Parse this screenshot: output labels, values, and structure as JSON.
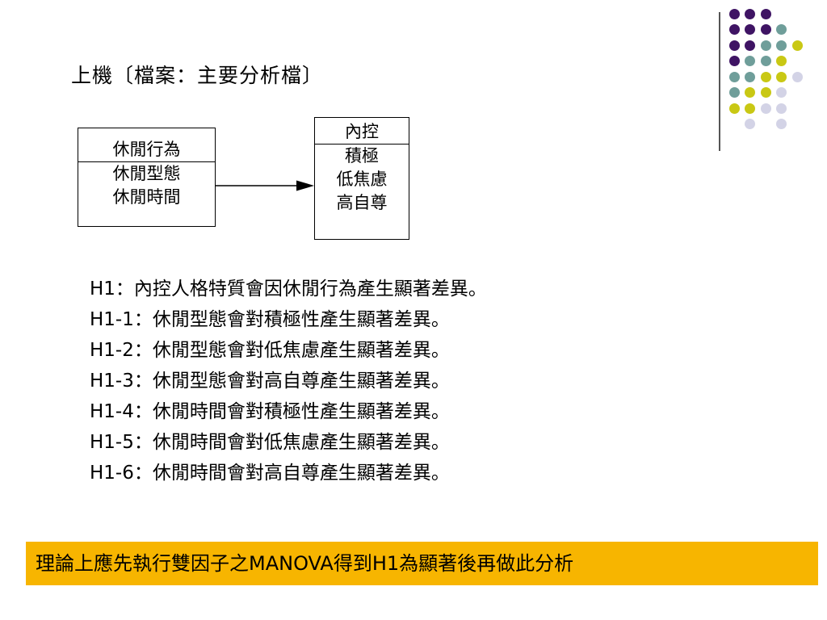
{
  "slide": {
    "title": "上機〔檔案：主要分析檔〕"
  },
  "diagram": {
    "left_box": {
      "header": "休閒行為",
      "items": [
        "休閒型態",
        "休閒時間"
      ]
    },
    "right_box": {
      "header": "內控",
      "items": [
        "積極",
        "低焦慮",
        "高自尊"
      ]
    }
  },
  "hypotheses": [
    "H1：內控人格特質會因休閒行為產生顯著差異。",
    "H1-1：休閒型態會對積極性產生顯著差異。",
    "H1-2：休閒型態會對低焦慮產生顯著差異。",
    "H1-3：休閒型態會對高自尊產生顯著差異。",
    "H1-4：休閒時間會對積極性產生顯著差異。",
    "H1-5：休閒時間會對低焦慮產生顯著差異。",
    "H1-6：休閒時間會對高自尊產生顯著差異。"
  ],
  "note": "理論上應先執行雙因子之MANOVA得到H1為顯著後再做此分析",
  "colors": {
    "banner": "#f7b500",
    "dot_purple": "#3f1464",
    "dot_teal": "#6f9e9a",
    "dot_olive": "#c9c814",
    "dot_lavender": "#d3d3e6"
  },
  "decor": {
    "dot_grid_rows": [
      [
        "purple",
        "purple",
        "purple",
        "none"
      ],
      [
        "purple",
        "purple",
        "purple",
        "teal"
      ],
      [
        "purple",
        "purple",
        "teal",
        "teal",
        "olive"
      ],
      [
        "purple",
        "teal",
        "teal",
        "olive"
      ],
      [
        "teal",
        "teal",
        "olive",
        "olive",
        "lavender"
      ],
      [
        "teal",
        "olive",
        "olive",
        "lavender"
      ],
      [
        "olive",
        "olive",
        "lavender",
        "lavender"
      ],
      [
        "none",
        "lavender",
        "none",
        "lavender"
      ]
    ]
  }
}
